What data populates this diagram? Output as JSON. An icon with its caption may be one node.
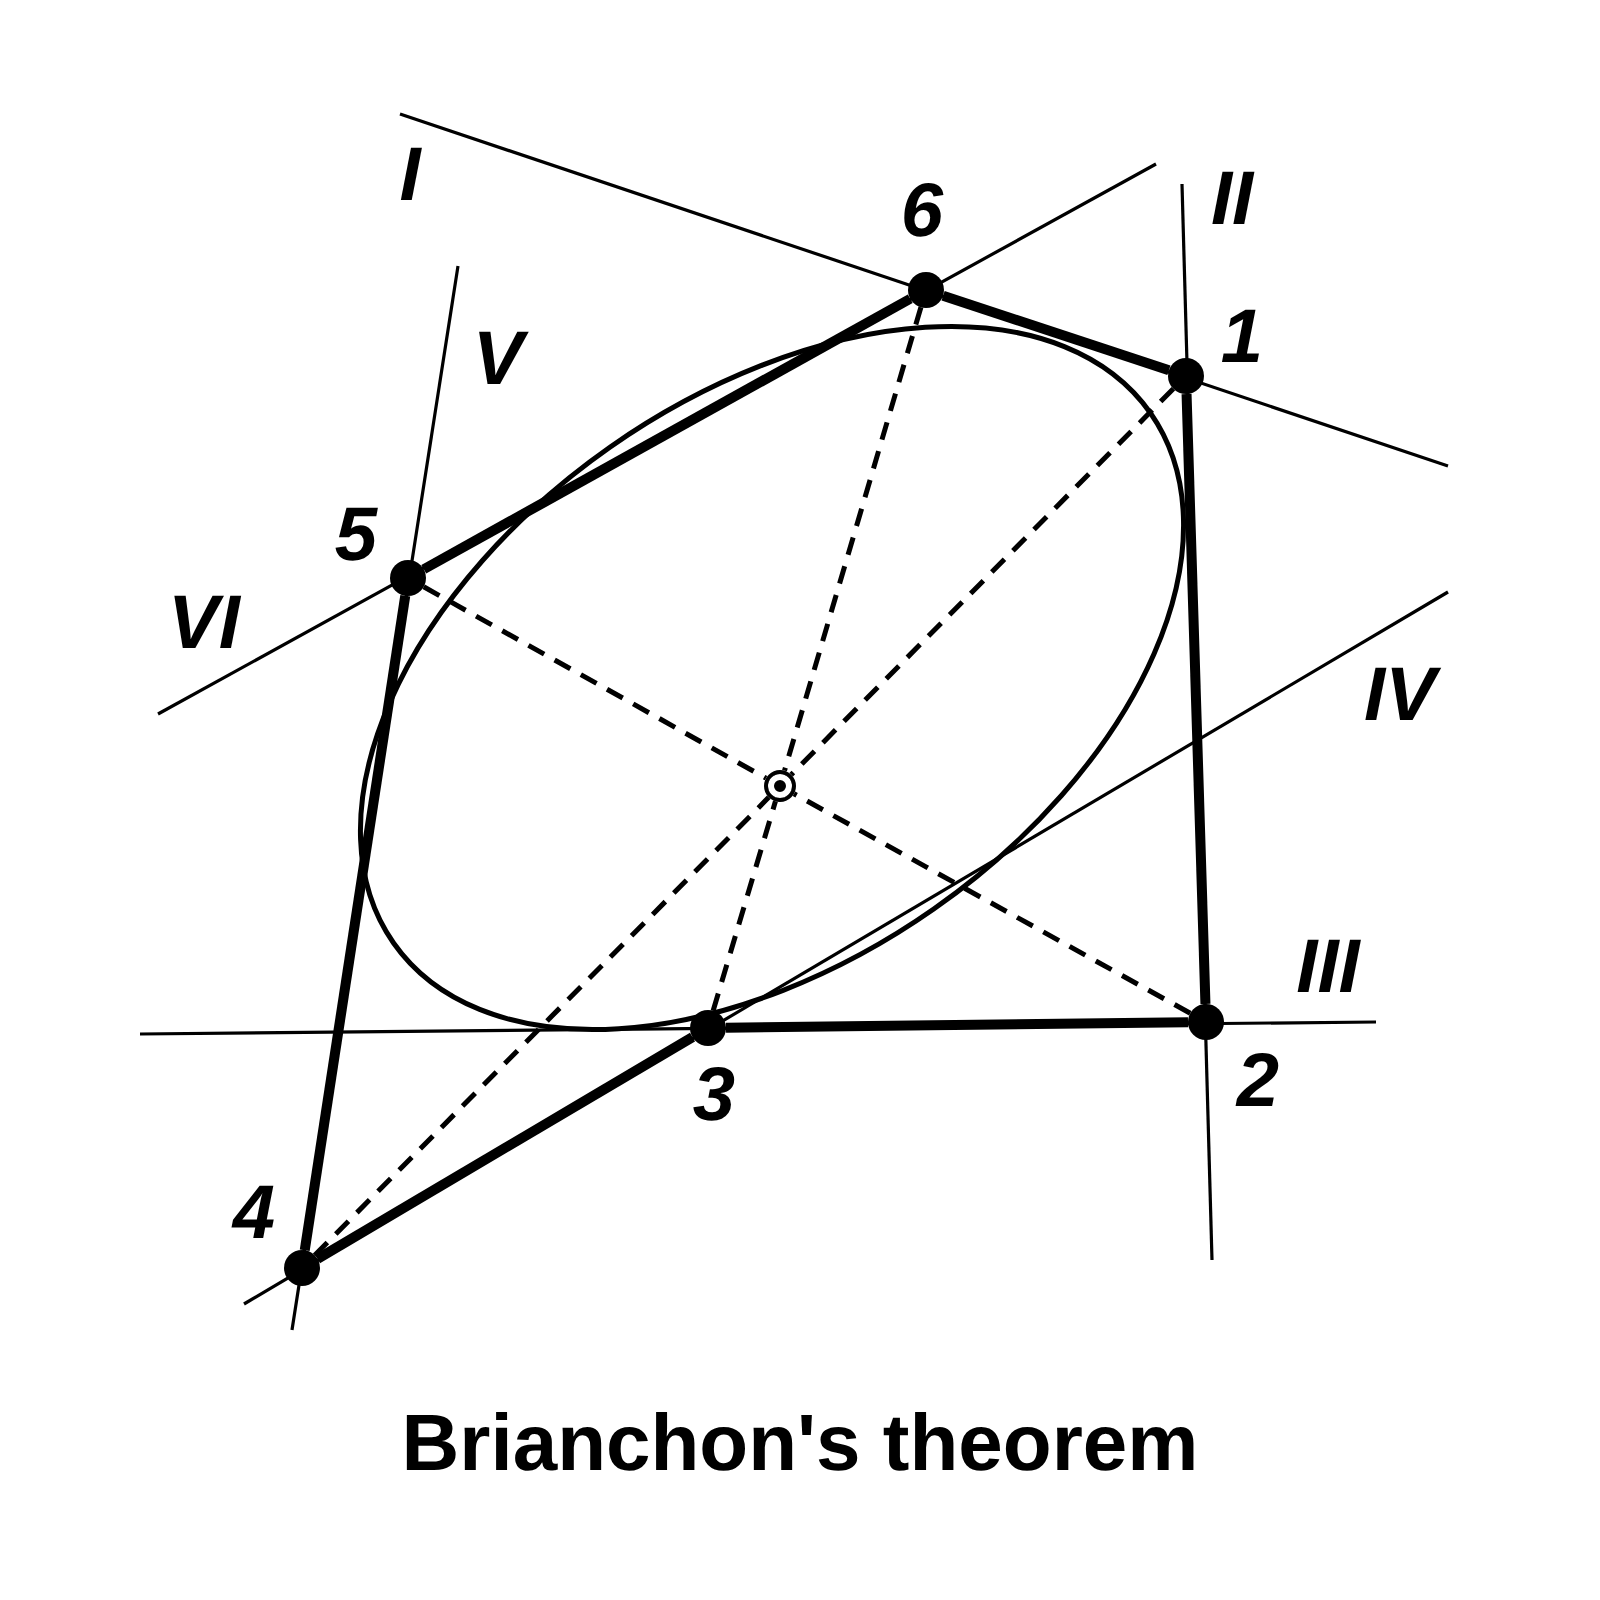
{
  "diagram": {
    "caption": "Brianchon's theorem",
    "nodes": [
      {
        "text": [],
        "shape": "circle",
        "beside": [
          "1"
        ]
      },
      {
        "text": [],
        "shape": "circle",
        "beside": [
          "2"
        ]
      },
      {
        "text": [],
        "shape": "circle",
        "beside": [
          "3"
        ]
      },
      {
        "text": [],
        "shape": "circle",
        "beside": [
          "4"
        ]
      },
      {
        "text": [],
        "shape": "circle",
        "beside": [
          "5"
        ]
      },
      {
        "text": [],
        "shape": "circle",
        "beside": [
          "6"
        ]
      },
      {
        "text": [],
        "shape": "circle"
      }
    ],
    "edges": [
      {
        "from": 0,
        "to": 1,
        "arrow": "none",
        "style": "thick"
      },
      {
        "from": 1,
        "to": 2,
        "arrow": "none",
        "style": "thick"
      },
      {
        "from": 2,
        "to": 3,
        "arrow": "none",
        "style": "thick"
      },
      {
        "from": 3,
        "to": 4,
        "arrow": "none",
        "style": "thick"
      },
      {
        "from": 4,
        "to": 5,
        "arrow": "none",
        "style": "thick"
      },
      {
        "from": 5,
        "to": 0,
        "arrow": "none",
        "style": "thick"
      },
      {
        "from": 0,
        "to": 6,
        "arrow": "none",
        "style": "dashed"
      },
      {
        "from": 3,
        "to": 6,
        "arrow": "none",
        "style": "dashed"
      },
      {
        "from": 1,
        "to": 6,
        "arrow": "none",
        "style": "dashed"
      },
      {
        "from": 4,
        "to": 6,
        "arrow": "none",
        "style": "dashed"
      },
      {
        "from": 5,
        "to": 6,
        "arrow": "none",
        "style": "dashed"
      },
      {
        "from": 2,
        "to": 6,
        "arrow": "none",
        "style": "dashed"
      }
    ],
    "labels": [
      "I",
      "II",
      "V",
      "VI",
      "IV",
      "III"
    ]
  }
}
